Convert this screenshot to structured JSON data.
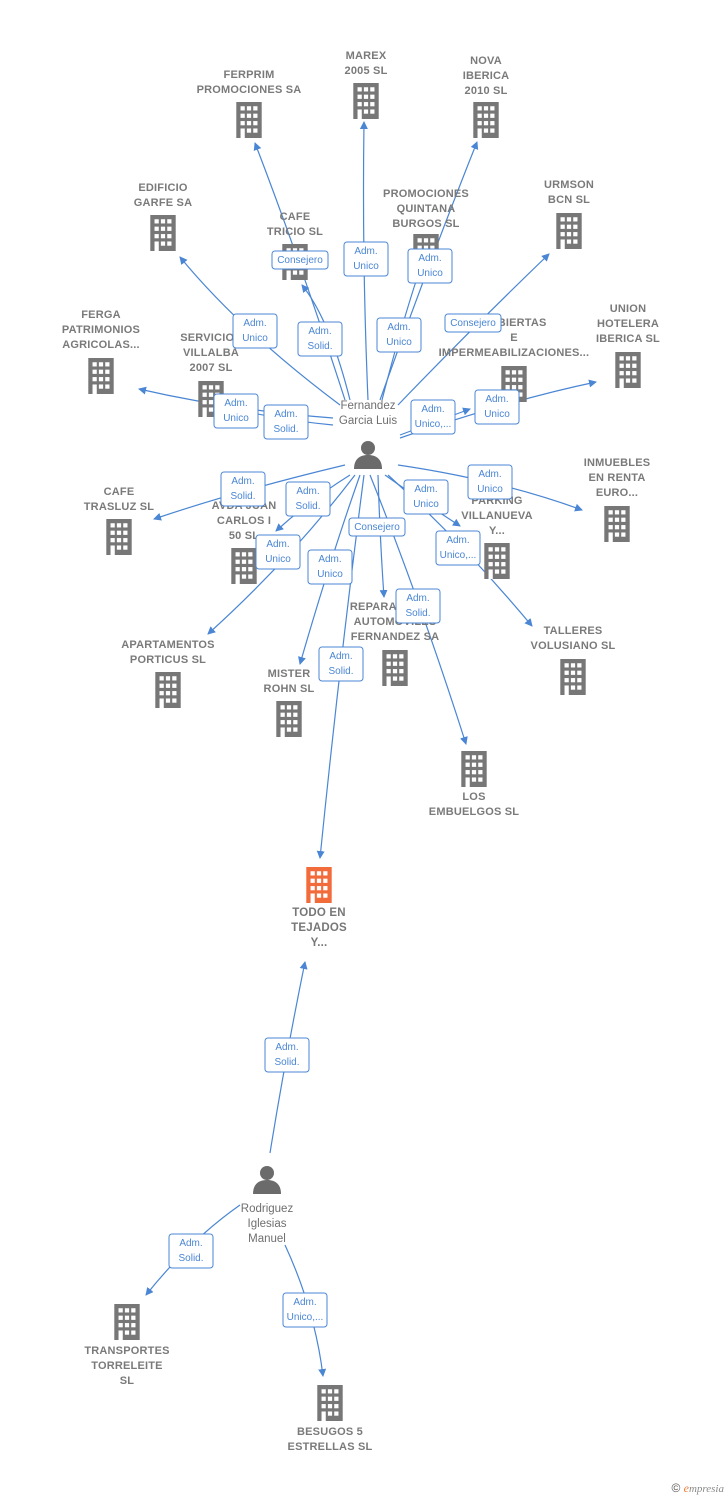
{
  "colors": {
    "edge": "#4a86d4",
    "company": "#777777",
    "main_company": "#f26b3a",
    "person": "#6b6b6b"
  },
  "companies": [
    {
      "id": "ferprim",
      "lines": [
        "FERPRIM",
        "PROMOCIONES SA"
      ]
    },
    {
      "id": "marex",
      "lines": [
        "MAREX",
        "2005 SL"
      ]
    },
    {
      "id": "nova",
      "lines": [
        "NOVA",
        "IBERICA",
        "2010 SL"
      ]
    },
    {
      "id": "edificio",
      "lines": [
        "EDIFICIO",
        "GARFE SA"
      ]
    },
    {
      "id": "cafetricio",
      "lines": [
        "CAFE",
        "TRICIO  SL"
      ]
    },
    {
      "id": "promociones",
      "lines": [
        "PROMOCIONES",
        "QUINTANA",
        "BURGOS SL"
      ]
    },
    {
      "id": "urmson",
      "lines": [
        "URMSON",
        "BCN SL"
      ]
    },
    {
      "id": "ferga",
      "lines": [
        "FERGA",
        "PATRIMONIOS",
        "AGRICOLAS..."
      ]
    },
    {
      "id": "servicios",
      "lines": [
        "SERVICIOS",
        "VILLALBA",
        "2007 SL"
      ]
    },
    {
      "id": "cubiertas",
      "lines": [
        "CUBIERTAS",
        "E",
        "IMPERMEABILIZACIONES..."
      ]
    },
    {
      "id": "union",
      "lines": [
        "UNION",
        "HOTELERA",
        "IBERICA SL"
      ]
    },
    {
      "id": "inmuebles",
      "lines": [
        "INMUEBLES",
        "EN RENTA",
        "EURO..."
      ]
    },
    {
      "id": "cafetrasluz",
      "lines": [
        "CAFE",
        "TRASLUZ  SL"
      ]
    },
    {
      "id": "avjuan",
      "lines": [
        "AVDA JUAN",
        "CARLOS I",
        "50  SL"
      ]
    },
    {
      "id": "parking",
      "lines": [
        "PARKING",
        "VILLANUEVA",
        "Y..."
      ]
    },
    {
      "id": "apartamentos",
      "lines": [
        "APARTAMENTOS",
        "PORTICUS SL"
      ]
    },
    {
      "id": "reparaciones",
      "lines": [
        "REPARACIONES",
        "AUTOMOVILES",
        "FERNANDEZ SA"
      ]
    },
    {
      "id": "talleres",
      "lines": [
        "TALLERES",
        "VOLUSIANO SL"
      ]
    },
    {
      "id": "mister",
      "lines": [
        "MISTER",
        "ROHN  SL"
      ]
    },
    {
      "id": "embuelgos",
      "lines": [
        "LOS",
        "EMBUELGOS SL"
      ]
    },
    {
      "id": "todo",
      "lines": [
        "TODO EN",
        "TEJADOS",
        "Y..."
      ],
      "main": true
    },
    {
      "id": "transportes",
      "lines": [
        "TRANSPORTES",
        "TORRELEITE",
        "SL"
      ]
    },
    {
      "id": "besugos",
      "lines": [
        "BESUGOS 5",
        "ESTRELLAS SL"
      ]
    }
  ],
  "persons": [
    {
      "id": "fernandez",
      "lines": [
        "Fernandez",
        "Garcia Luis"
      ]
    },
    {
      "id": "rodriguez",
      "lines": [
        "Rodriguez",
        "Iglesias",
        "Manuel"
      ]
    }
  ],
  "relations": [
    {
      "id": "r-ferprim",
      "lines": [
        "Adm.",
        "Solid."
      ]
    },
    {
      "id": "r-marex",
      "lines": [
        "Adm.",
        "Unico"
      ]
    },
    {
      "id": "r-nova",
      "lines": [
        "Adm.",
        "Unico"
      ]
    },
    {
      "id": "r-edificio",
      "lines": [
        "Adm.",
        "Unico"
      ]
    },
    {
      "id": "r-cafetricio",
      "lines": [
        "Consejero"
      ]
    },
    {
      "id": "r-promociones",
      "lines": [
        "Adm.",
        "Unico"
      ]
    },
    {
      "id": "r-urmson",
      "lines": [
        "Consejero"
      ]
    },
    {
      "id": "r-ferga",
      "lines": [
        "Adm.",
        "Unico"
      ]
    },
    {
      "id": "r-servicios",
      "lines": [
        "Adm.",
        "Solid."
      ]
    },
    {
      "id": "r-cubiertas",
      "lines": [
        "Adm.",
        "Unico,..."
      ]
    },
    {
      "id": "r-union",
      "lines": [
        "Adm.",
        "Unico"
      ]
    },
    {
      "id": "r-inmuebles",
      "lines": [
        "Adm.",
        "Unico"
      ]
    },
    {
      "id": "r-cafetrasluz",
      "lines": [
        "Adm.",
        "Solid."
      ]
    },
    {
      "id": "r-avjuan",
      "lines": [
        "Adm.",
        "Solid."
      ]
    },
    {
      "id": "r-parking",
      "lines": [
        "Adm.",
        "Unico"
      ]
    },
    {
      "id": "r-apartamentos",
      "lines": [
        "Adm.",
        "Unico"
      ]
    },
    {
      "id": "r-reparaciones",
      "lines": [
        "Consejero"
      ]
    },
    {
      "id": "r-talleres",
      "lines": [
        "Adm.",
        "Unico,..."
      ]
    },
    {
      "id": "r-mister",
      "lines": [
        "Adm.",
        "Unico"
      ]
    },
    {
      "id": "r-embuelgos",
      "lines": [
        "Adm.",
        "Solid."
      ]
    },
    {
      "id": "r-todo",
      "lines": [
        "Adm.",
        "Solid."
      ]
    },
    {
      "id": "r-todo2",
      "lines": [
        "Adm.",
        "Solid."
      ]
    },
    {
      "id": "r-transportes",
      "lines": [
        "Adm.",
        "Solid."
      ]
    },
    {
      "id": "r-besugos",
      "lines": [
        "Adm.",
        "Unico,..."
      ]
    }
  ],
  "footer": {
    "copyright": "©",
    "brand_initial": "e",
    "brand_rest": "mpresia"
  }
}
